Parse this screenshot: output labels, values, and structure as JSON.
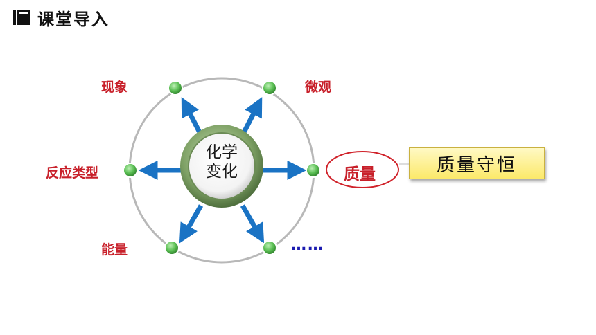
{
  "header": {
    "title": "课堂导入",
    "icon": "book-icon"
  },
  "diagram": {
    "center": {
      "line1": "化学",
      "line2": "变化"
    },
    "labels": {
      "top_left": "现象",
      "top_right": "微观",
      "left": "反应类型",
      "right": "质量",
      "bottom_left": "能量",
      "bottom_right": "……"
    },
    "conclusion": "质量守恒",
    "colors": {
      "label_red": "#c8202a",
      "arrow_blue": "#1a73c4",
      "node_green": "#4caf50",
      "box_yellow": "#fce96a"
    }
  }
}
